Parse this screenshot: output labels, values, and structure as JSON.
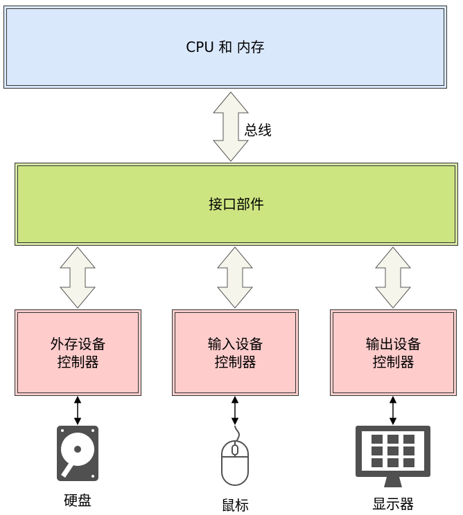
{
  "cpu": {
    "label": "CPU 和 内存"
  },
  "bus": {
    "label": "总线"
  },
  "interface": {
    "label": "接口部件"
  },
  "controllers": [
    {
      "line1": "外存设备",
      "line2": "控制器"
    },
    {
      "line1": "输入设备",
      "line2": "控制器"
    },
    {
      "line1": "输出设备",
      "line2": "控制器"
    }
  ],
  "devices": [
    {
      "label": "硬盘",
      "icon": "hard-disk-icon"
    },
    {
      "label": "鼠标",
      "icon": "mouse-icon"
    },
    {
      "label": "显示器",
      "icon": "monitor-icon"
    }
  ],
  "colors": {
    "cpu_fill": "#dae8fc",
    "interface_fill": "#cde581",
    "controller_fill": "#ffcccc",
    "arrow_fill": "#f5f5eb",
    "device_icon": "#505050"
  }
}
